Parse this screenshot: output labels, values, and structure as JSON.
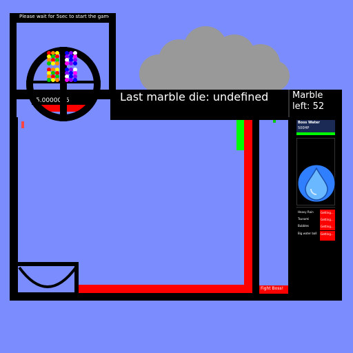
{
  "wait_message": "Please wait for 5sec to start the game",
  "timer_value": "5.0000005",
  "last_marble_label": "Last marble die: undefined",
  "marble_count": {
    "line1": "Marble",
    "line2": "left: 52"
  },
  "boss": {
    "name": "Boss Water",
    "hp": "500HP",
    "health_fraction": 1.0
  },
  "skills": [
    {
      "name": "Heavy Rain",
      "status": "Getting..."
    },
    {
      "name": "Tsunami",
      "status": "Getting..."
    },
    {
      "name": "Bubbles",
      "status": "Getting..."
    },
    {
      "name": "Big water ball",
      "status": "Getting..."
    }
  ],
  "fight_button_label": "Fight Boss!",
  "marble_colors": [
    "#ff0000",
    "#ff8800",
    "#ffff00",
    "#00cc00",
    "#8800ff",
    "#0000ff",
    "#ffffff",
    "#ff00ff"
  ],
  "colors": {
    "background": "#7b8cff",
    "wall": "#000000",
    "hazard": "#ff0000",
    "progress": "#00ff00",
    "water": "#2f7fff"
  }
}
